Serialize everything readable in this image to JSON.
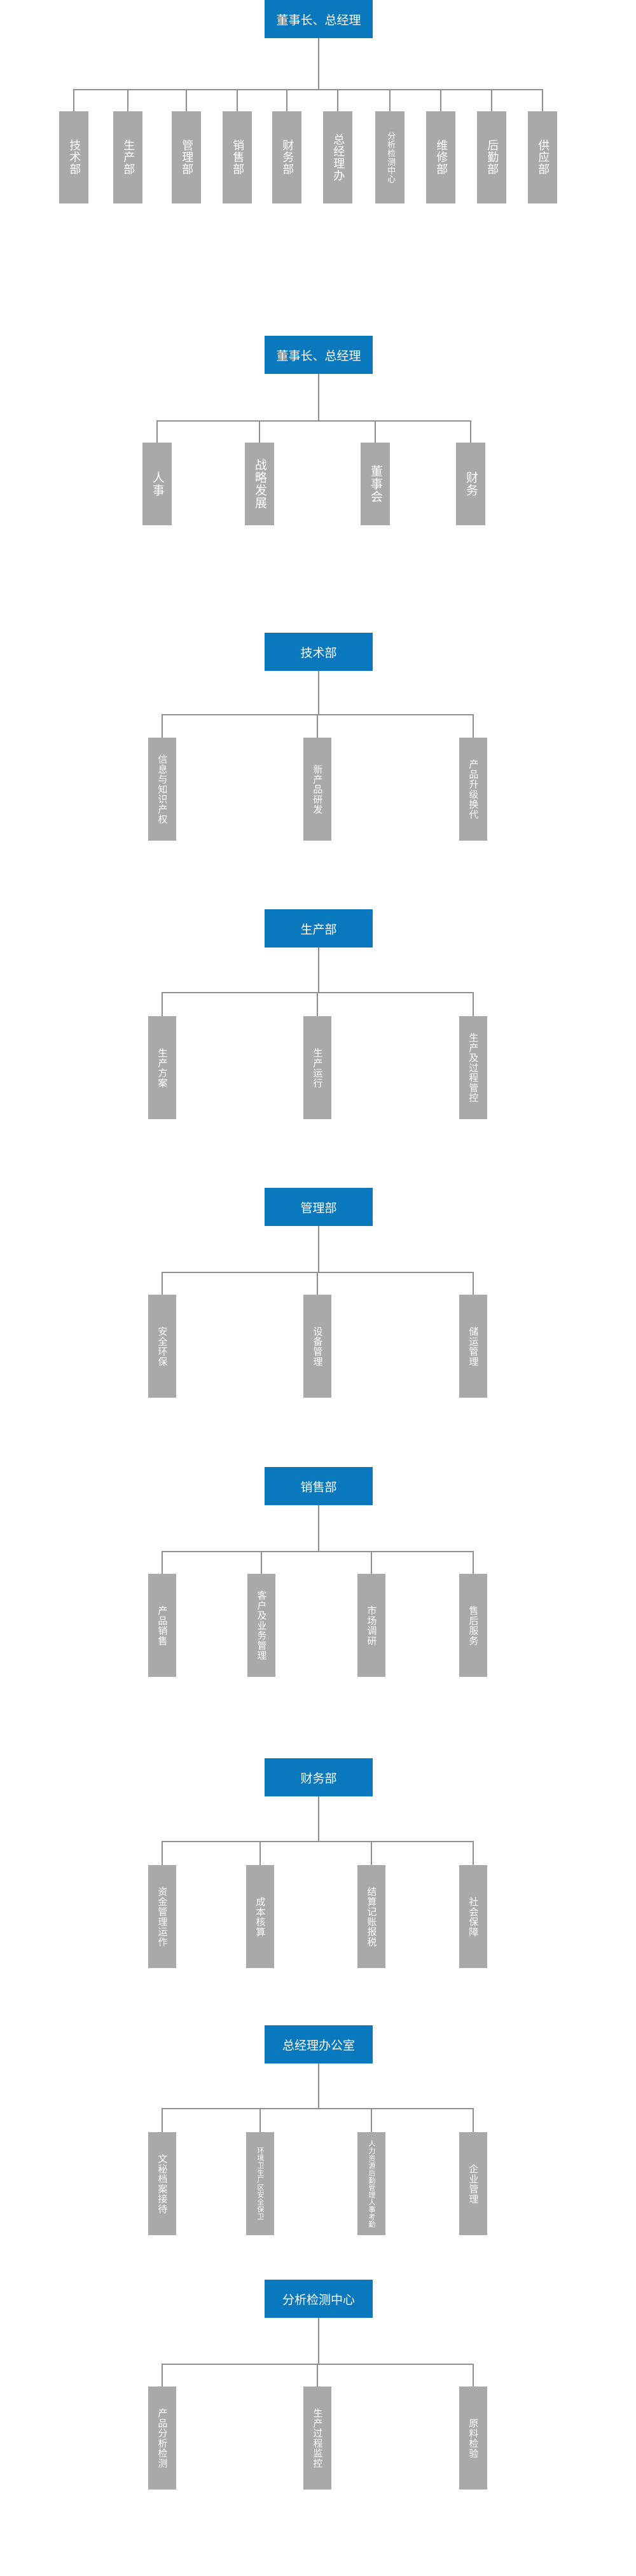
{
  "org_charts": [
    {
      "title": "董事长、总经理",
      "children": [
        "技术部",
        "生产部",
        "管理部",
        "销售部",
        "财务部",
        "总经理办",
        "分析检测中心",
        "维修部",
        "后勤部",
        "供应部"
      ]
    },
    {
      "title": "董事长、总经理",
      "children": [
        "人事",
        "战略发展",
        "董事会",
        "财务"
      ]
    },
    {
      "title": "技术部",
      "children": [
        "信息与知识产权",
        "新产品研发",
        "产品升级换代"
      ]
    },
    {
      "title": "生产部",
      "children": [
        "生产方案",
        "生产运行",
        "生产及过程管控"
      ]
    },
    {
      "title": "管理部",
      "children": [
        "安全环保",
        "设备管理",
        "储运管理"
      ]
    },
    {
      "title": "销售部",
      "children": [
        "产品销售",
        "客户及业务管理",
        "市场调研",
        "售后服务"
      ]
    },
    {
      "title": "财务部",
      "children": [
        "资金管理运作",
        "成本核算",
        "结算记账报税",
        "社会保障"
      ]
    },
    {
      "title": "总经理办公室",
      "children": [
        "文秘档案接待",
        "环境卫生厂区安全保卫",
        "人力资源后勤管理人事考勤",
        "企业管理"
      ]
    },
    {
      "title": "分析检测中心",
      "children": [
        "产品分析检测",
        "生产过程监控",
        "原料检验"
      ]
    }
  ]
}
